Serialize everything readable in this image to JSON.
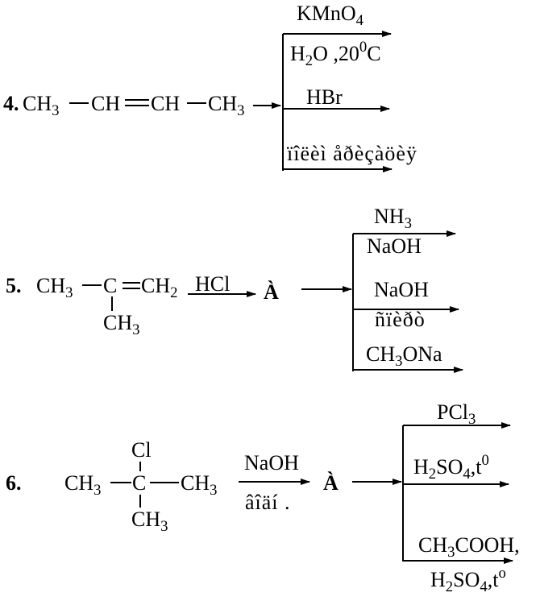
{
  "reaction4": {
    "number": "4.",
    "reactant": {
      "p1": "CH",
      "p1s": "3",
      "p2": "CH",
      "p3": "CH",
      "p4": "CH",
      "p4s": "3"
    },
    "branches": [
      {
        "above": "KMnO",
        "above_sub": "4",
        "below_a": "H",
        "below_a_sub": "2",
        "below_b": "O ,20",
        "below_sup": "0",
        "below_c": "C"
      },
      {
        "above": "HBr"
      },
      {
        "above": "ïîëèì åðèçàöèÿ"
      }
    ]
  },
  "reaction5": {
    "number": "5.",
    "reactant": {
      "p1": "CH",
      "p1s": "3",
      "p2": "C",
      "p3": "CH",
      "p3s": "2",
      "sub_group": "CH",
      "sub_groups": "3"
    },
    "reagent": "HCl",
    "intermediate": "À",
    "branches": [
      {
        "above": "NH",
        "above_sub": "3",
        "below": "NaOH"
      },
      {
        "above": "NaOH",
        "below": "ñïèðò"
      },
      {
        "above_a": "CH",
        "above_sub": "3",
        "above_b": "ONa"
      }
    ]
  },
  "reaction6": {
    "number": "6.",
    "reactant": {
      "top": "Cl",
      "left": "CH",
      "left_s": "3",
      "center": "C",
      "right": "CH",
      "right_s": "3",
      "bottom": "CH",
      "bottom_s": "3"
    },
    "reagent_above": "NaOH",
    "reagent_below": "âîäí .",
    "intermediate": "À",
    "branches": [
      {
        "above": "PCl",
        "above_sub": "3"
      },
      {
        "a": "H",
        "a_sub": "2",
        "b": "SO",
        "b_sub": "4",
        "c": ",t",
        "c_sup": "0"
      },
      {
        "above_a": "CH",
        "above_sub": "3",
        "above_b": "COOH,",
        "below_a": "H",
        "below_a_sub": "2",
        "below_b": "SO",
        "below_b_sub": "4",
        "below_c": ",t",
        "below_sup": "o"
      }
    ]
  }
}
